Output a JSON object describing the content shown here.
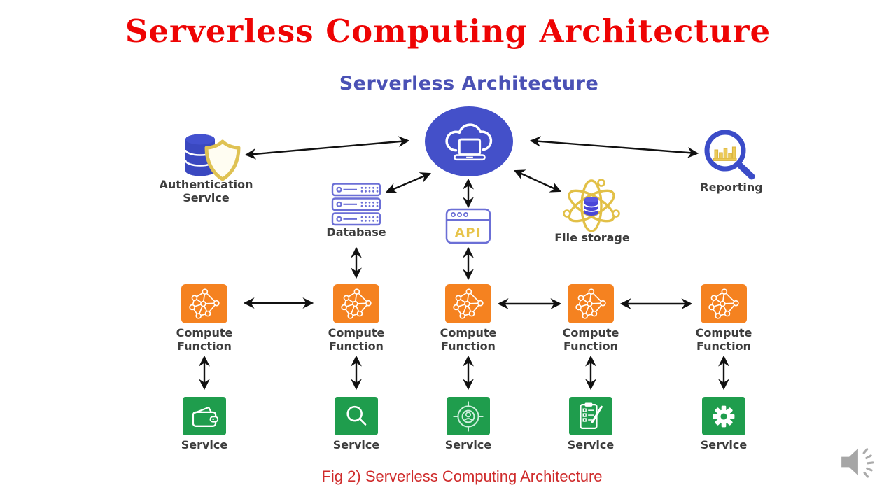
{
  "slide": {
    "title": "Serverless Computing Architecture",
    "caption": "Fig 2) Serverless Computing Architecture"
  },
  "diagram": {
    "subtitle": "Serverless Architecture",
    "nodes": {
      "hub": {
        "name": "serverless-cloud-hub",
        "icon": "cloud-laptop-icon"
      },
      "auth": {
        "label": "Authentication Service",
        "icon": "database-shield-icon"
      },
      "reporting": {
        "label": "Reporting",
        "icon": "magnifier-chart-icon"
      },
      "database": {
        "label": "Database",
        "icon": "server-rack-icon"
      },
      "api": {
        "label": "API",
        "icon": "browser-window-icon"
      },
      "file_storage": {
        "label": "File storage",
        "icon": "atom-database-icon"
      }
    },
    "compute_label": "Compute Function",
    "service_label": "Service",
    "compute_count": 5,
    "service_icons": [
      "wallet-icon",
      "magnifier-icon",
      "target-user-icon",
      "checklist-pencil-icon",
      "gear-icon"
    ],
    "edges": [
      "hub<->auth",
      "hub<->reporting",
      "hub<->database",
      "hub<->api",
      "hub<->file_storage",
      "database<->compute2",
      "api<->compute3",
      "compute1<->compute2",
      "compute3<->compute4",
      "compute4<->compute5",
      "compute1<->service1",
      "compute2<->service2",
      "compute3<->service3",
      "compute4<->service4",
      "compute5<->service5"
    ]
  },
  "colors": {
    "title_red": "#ee0404",
    "caption_red": "#cf2b2b",
    "subtitle_blue": "#4a51b5",
    "hub_blue": "#4450c9",
    "compute_orange": "#f58220",
    "service_green": "#1f9d4d",
    "outline_blue": "#6b6fd6",
    "gold": "#e0c050",
    "label_gray": "#3d3d3d",
    "arrow_black": "#111111"
  },
  "media": {
    "audio_indicator": "speaker-icon"
  }
}
